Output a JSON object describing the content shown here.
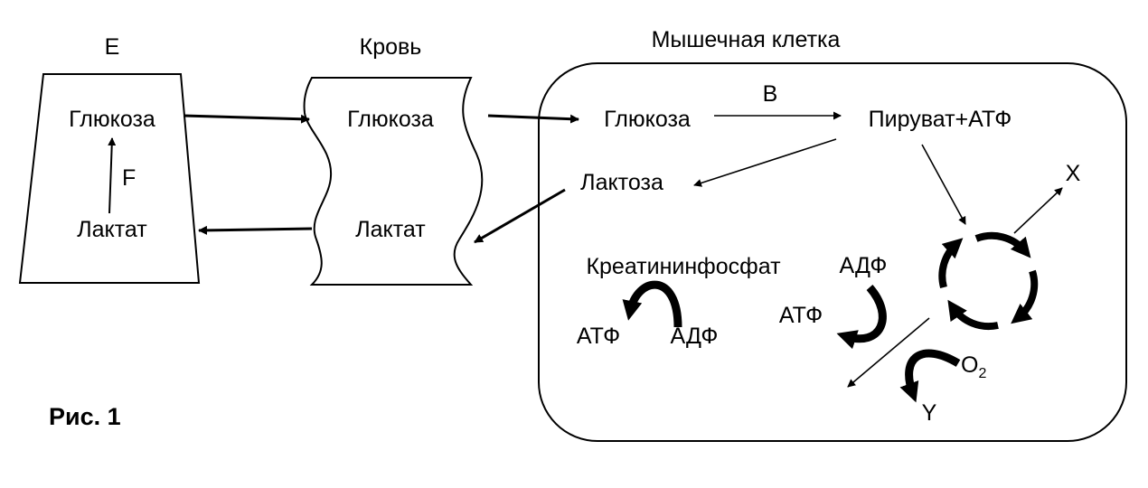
{
  "labels": {
    "organ_e": "E",
    "blood": "Кровь",
    "muscle_cell": "Мышечная клетка",
    "e_glucose": "Глюкоза",
    "e_lactate": "Лактат",
    "f": "F",
    "blood_glucose": "Глюкоза",
    "blood_lactate": "Лактат",
    "cell_glucose": "Глюкоза",
    "b": "B",
    "pyruvate_atp": "Пируват+АТФ",
    "lactose": "Лактоза",
    "x": "X",
    "creatine_phosphate": "Креатининфосфат",
    "creatine_atp": "АТФ",
    "creatine_adp": "АДФ",
    "adp": "АДФ",
    "atp": "АТФ",
    "o2_main": "O",
    "o2_sub": "2",
    "y": "Y",
    "figure_caption": "Рис. 1"
  }
}
